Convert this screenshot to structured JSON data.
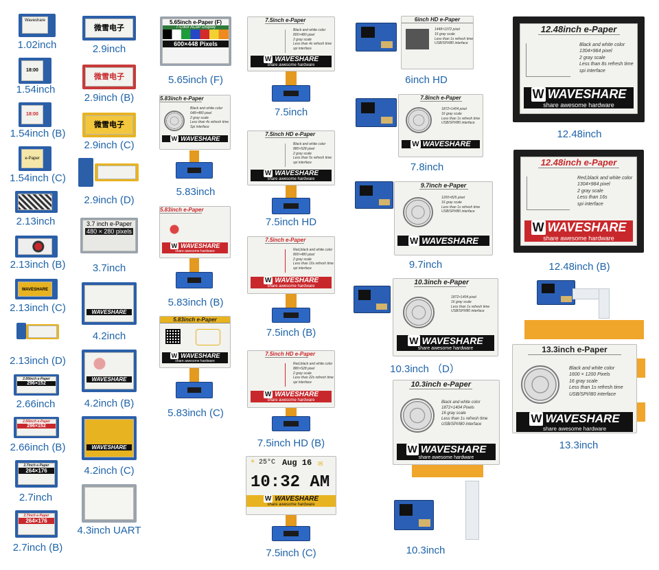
{
  "displays": [
    {
      "label": "1.02inch",
      "color": "blue",
      "screen_text": "Waveshare"
    },
    {
      "label": "1.54inch",
      "color": "blue",
      "screen_text": "18:00"
    },
    {
      "label": "1.54inch (B)",
      "color": "blue",
      "screen_text": "18:00"
    },
    {
      "label": "1.54inch (C)",
      "color": "blue",
      "screen_text": "e-Paper"
    },
    {
      "label": "2.13inch",
      "color": "blue",
      "screen_text": ""
    },
    {
      "label": "2.13inch (B)",
      "color": "blue",
      "screen_text": ""
    },
    {
      "label": "2.13inch (C)",
      "color": "yellow",
      "screen_text": "WAVESHARE"
    },
    {
      "label": "2.13inch (D)",
      "color": "yellow",
      "screen_text": ""
    },
    {
      "label": "2.66inch",
      "color": "blue",
      "screen_text": "296×152",
      "screen_title": "2.66inch e-Paper"
    },
    {
      "label": "2.66inch (B)",
      "color": "blue",
      "screen_text": "296×152",
      "screen_title": "2.66inch e-Paper"
    },
    {
      "label": "2.7inch",
      "color": "blue",
      "screen_text": "264×176",
      "screen_title": "2.7inch e-Paper"
    },
    {
      "label": "2.7inch (B)",
      "color": "blue",
      "screen_text": "264×176",
      "screen_title": "2.7inch e-Paper"
    },
    {
      "label": "2.9inch",
      "color": "blue",
      "screen_text": "微雪电子"
    },
    {
      "label": "2.9inch (B)",
      "color": "red",
      "screen_text": "微雪电子"
    },
    {
      "label": "2.9inch (C)",
      "color": "yellow",
      "screen_text": "微雪电子"
    },
    {
      "label": "2.9inch (D)",
      "color": "blue",
      "screen_text": ""
    },
    {
      "label": "3.7inch",
      "color": "gray",
      "screen_title": "3.7 inch e-Paper",
      "screen_text": "480 × 280 pixels"
    },
    {
      "label": "4.2inch",
      "color": "blue",
      "screen_text": "WAVESHARE"
    },
    {
      "label": "4.2inch (B)",
      "color": "blue",
      "screen_text": "WAVESHARE"
    },
    {
      "label": "4.2inch (C)",
      "color": "blue",
      "screen_text": "WAVESHARE"
    },
    {
      "label": "4.3inch UART",
      "color": "gray",
      "screen_text": ""
    },
    {
      "label": "5.65inch (F)",
      "color": "gray",
      "screen_title": "5.65inch e-Paper (F)",
      "screen_sub": "7-Color ACeP Display",
      "screen_text": "600×448 Pixels"
    },
    {
      "label": "5.83inch",
      "color": "white",
      "screen_title": "5.83inch e-Paper",
      "screen_lines": [
        "Black and white color",
        "648×480 pixel",
        "2 gray scale",
        "Less than 4s refresh time",
        "Spi interface"
      ]
    },
    {
      "label": "5.83inch (B)",
      "color": "white",
      "screen_title": "5.83inch e-Paper"
    },
    {
      "label": "5.83inch (C)",
      "color": "white",
      "screen_title": "5.83inch e-Paper"
    },
    {
      "label": "7.5inch",
      "color": "white",
      "screen_title": "7.5inch e-Paper",
      "screen_lines": [
        "Black and white color",
        "800×480 pixel",
        "2 gray scale",
        "Less than 4s refresh time",
        "spi interface"
      ]
    },
    {
      "label": "7.5inch HD",
      "color": "white",
      "screen_title": "7.5inch HD e-Paper",
      "screen_lines": [
        "Black and white color",
        "880×528 pixel",
        "2 gray scale",
        "Less than 5s refresh time",
        "spi interface"
      ]
    },
    {
      "label": "7.5inch (B)",
      "color": "white",
      "screen_title": "7.5inch e-Paper",
      "screen_lines": [
        "Red,black and white color",
        "800×480 pixel",
        "2 gray scale",
        "Less than 16s refresh time",
        "spi interface"
      ]
    },
    {
      "label": "7.5inch HD (B)",
      "color": "white",
      "screen_title": "7.5inch HD e-Paper",
      "screen_lines": [
        "Red,black and white color",
        "880×528 pixel",
        "2 gray scale",
        "Less than 22s refresh time",
        "spi interface"
      ]
    },
    {
      "label": "7.5inch (C)",
      "color": "white",
      "screen_temp": "25°C",
      "screen_date": "Aug 16",
      "screen_time": "10:32 AM"
    },
    {
      "label": "6inch HD",
      "color": "white",
      "screen_title": "6inch HD e-Paper",
      "screen_lines": [
        "1448×1072 pixel",
        "16 gray scale",
        "Less than 1s refresh time",
        "USB/SPI/I80 interface"
      ]
    },
    {
      "label": "7.8inch",
      "color": "white",
      "screen_title": "7.8inch e-Paper",
      "screen_lines": [
        "1872×1404 pixel",
        "16 gray scale",
        "Less than 1s refresh time",
        "USB/SPI/I80 interface"
      ]
    },
    {
      "label": "9.7inch",
      "color": "white",
      "screen_title": "9.7inch e-Paper",
      "screen_lines": [
        "1200×825 pixel",
        "16 gray scale",
        "Less than 1s refresh time",
        "USB/SPI/I80 interface"
      ]
    },
    {
      "label": "10.3inch （D）",
      "color": "white",
      "screen_title": "10.3inch e-Paper",
      "screen_lines": [
        "1872×1404 pixel",
        "16 gray scale",
        "Less than 1s refresh time",
        "USB/SPI/I80 interface"
      ]
    },
    {
      "label": "10.3inch",
      "color": "white",
      "screen_title": "10.3inch e-Paper",
      "screen_lines": [
        "Black and white color",
        "1872×1404 Pixels",
        "16 gray scale",
        "Less than 1s refresh time",
        "USB/SPI/I80 interface"
      ]
    },
    {
      "label": "12.48inch",
      "color": "black",
      "screen_title": "12.48inch e-Paper",
      "screen_lines": [
        "Black and white color",
        "1304×984 pixel",
        "2 gray scale",
        "Less than 8s refresh time",
        "spi interface"
      ]
    },
    {
      "label": "12.48inch (B)",
      "color": "black",
      "screen_title": "12.48inch e-Paper",
      "screen_lines": [
        "Red,black and white color",
        "1304×984 pixel",
        "2 gray scale",
        "Less than 16s",
        "spi interface"
      ]
    },
    {
      "label": "13.3inch",
      "color": "white",
      "screen_title": "13.3inch e-Paper",
      "screen_lines": [
        "Black and white color",
        "1600 × 1200 Pixels",
        "16 gray scale",
        "Less than 1s refresh time",
        "USB/SPI/I80 interface"
      ]
    }
  ],
  "brand": {
    "name": "WAVESHARE",
    "tagline": "share awesome hardware",
    "logo": "W"
  },
  "colors": {
    "label": "#1e63a8",
    "pcb_blue": "#2b5fa8",
    "accent_red": "#c8282c",
    "accent_yellow": "#e8b320",
    "cable_orange": "#e39a1f"
  }
}
